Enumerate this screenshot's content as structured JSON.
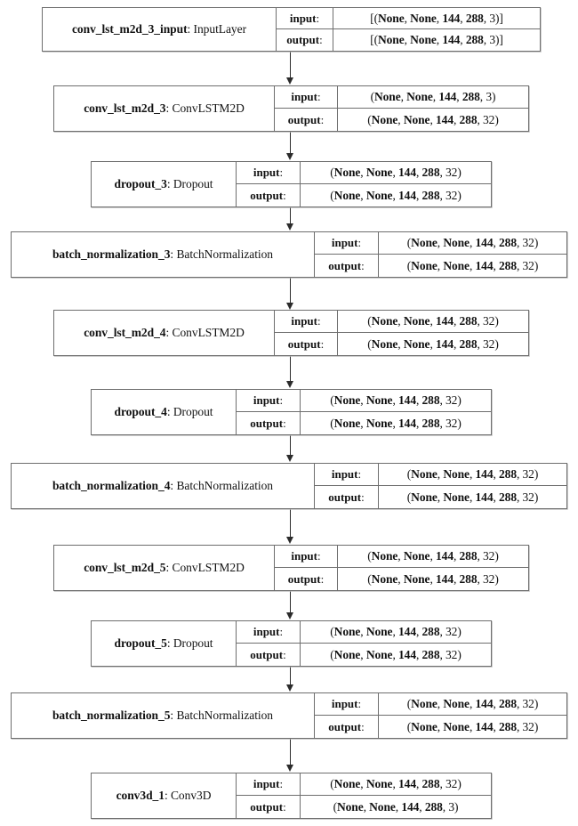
{
  "diagram": {
    "title": "Keras model architecture graph",
    "edge_color": "#2b2b2b",
    "border_color": "#6e6e6e",
    "background": "#ffffff",
    "io_labels": {
      "input": "input:",
      "output": "output:"
    }
  },
  "nodes": [
    {
      "id": "conv_lst_m2d_3_input",
      "name_prefix": "conv_lst_m2d_3",
      "name_suffix": "_input: InputLayer",
      "name_full": "conv_lst_m2d_3_input: InputLayer",
      "input_label": "input:",
      "output_label": "output:",
      "input_shape": "[(None, None, 144, 288, 3)]",
      "output_shape": "[(None, None, 144, 288, 3)]"
    },
    {
      "id": "conv_lst_m2d_3",
      "name_prefix": "conv_lst_m2d_3",
      "name_suffix": ": ConvLSTM2D",
      "name_full": "conv_lst_m2d_3: ConvLSTM2D",
      "input_label": "input:",
      "output_label": "output:",
      "input_shape": "(None, None, 144, 288, 3)",
      "output_shape": "(None, None, 144, 288, 32)"
    },
    {
      "id": "dropout_3",
      "name_prefix": "dropout_3",
      "name_suffix": ": Dropout",
      "name_full": "dropout_3: Dropout",
      "input_label": "input:",
      "output_label": "output:",
      "input_shape": "(None, None, 144, 288, 32)",
      "output_shape": "(None, None, 144, 288, 32)"
    },
    {
      "id": "batch_normalization_3",
      "name_prefix": "batch_normalization_3",
      "name_suffix": ": BatchNormalization",
      "name_full": "batch_normalization_3: BatchNormalization",
      "input_label": "input:",
      "output_label": "output:",
      "input_shape": "(None, None, 144, 288, 32)",
      "output_shape": "(None, None, 144, 288, 32)"
    },
    {
      "id": "conv_lst_m2d_4",
      "name_prefix": "conv_lst_m2d_4",
      "name_suffix": ": ConvLSTM2D",
      "name_full": "conv_lst_m2d_4: ConvLSTM2D",
      "input_label": "input:",
      "output_label": "output:",
      "input_shape": "(None, None, 144, 288, 32)",
      "output_shape": "(None, None, 144, 288, 32)"
    },
    {
      "id": "dropout_4",
      "name_prefix": "dropout_4",
      "name_suffix": ": Dropout",
      "name_full": "dropout_4: Dropout",
      "input_label": "input:",
      "output_label": "output:",
      "input_shape": "(None, None, 144, 288, 32)",
      "output_shape": "(None, None, 144, 288, 32)"
    },
    {
      "id": "batch_normalization_4",
      "name_prefix": "batch_normalization_4",
      "name_suffix": ": BatchNormalization",
      "name_full": "batch_normalization_4: BatchNormalization",
      "input_label": "input:",
      "output_label": "output:",
      "input_shape": "(None, None, 144, 288, 32)",
      "output_shape": "(None, None, 144, 288, 32)"
    },
    {
      "id": "conv_lst_m2d_5",
      "name_prefix": "conv_lst_m2d_5",
      "name_suffix": ": ConvLSTM2D",
      "name_full": "conv_lst_m2d_5: ConvLSTM2D",
      "input_label": "input:",
      "output_label": "output:",
      "input_shape": "(None, None, 144, 288, 32)",
      "output_shape": "(None, None, 144, 288, 32)"
    },
    {
      "id": "dropout_5",
      "name_prefix": "dropout_5",
      "name_suffix": ": Dropout",
      "name_full": "dropout_5: Dropout",
      "input_label": "input:",
      "output_label": "output:",
      "input_shape": "(None, None, 144, 288, 32)",
      "output_shape": "(None, None, 144, 288, 32)"
    },
    {
      "id": "batch_normalization_5",
      "name_prefix": "batch_normalization_5",
      "name_suffix": ": BatchNormalization",
      "name_full": "batch_normalization_5: BatchNormalization",
      "input_label": "input:",
      "output_label": "output:",
      "input_shape": "(None, None, 144, 288, 32)",
      "output_shape": "(None, None, 144, 288, 32)"
    },
    {
      "id": "conv3d_1",
      "name_prefix": "conv3d_1",
      "name_suffix": ": Conv3D",
      "name_full": "conv3d_1: Conv3D",
      "input_label": "input:",
      "output_label": "output:",
      "input_shape": "(None, None, 144, 288, 32)",
      "output_shape": "(None, None, 144, 288, 3)"
    }
  ],
  "edges": [
    {
      "from": "conv_lst_m2d_3_input",
      "to": "conv_lst_m2d_3"
    },
    {
      "from": "conv_lst_m2d_3",
      "to": "dropout_3"
    },
    {
      "from": "dropout_3",
      "to": "batch_normalization_3"
    },
    {
      "from": "batch_normalization_3",
      "to": "conv_lst_m2d_4"
    },
    {
      "from": "conv_lst_m2d_4",
      "to": "dropout_4"
    },
    {
      "from": "dropout_4",
      "to": "batch_normalization_4"
    },
    {
      "from": "batch_normalization_4",
      "to": "conv_lst_m2d_5"
    },
    {
      "from": "conv_lst_m2d_5",
      "to": "dropout_5"
    },
    {
      "from": "dropout_5",
      "to": "batch_normalization_5"
    },
    {
      "from": "batch_normalization_5",
      "to": "conv3d_1"
    }
  ]
}
